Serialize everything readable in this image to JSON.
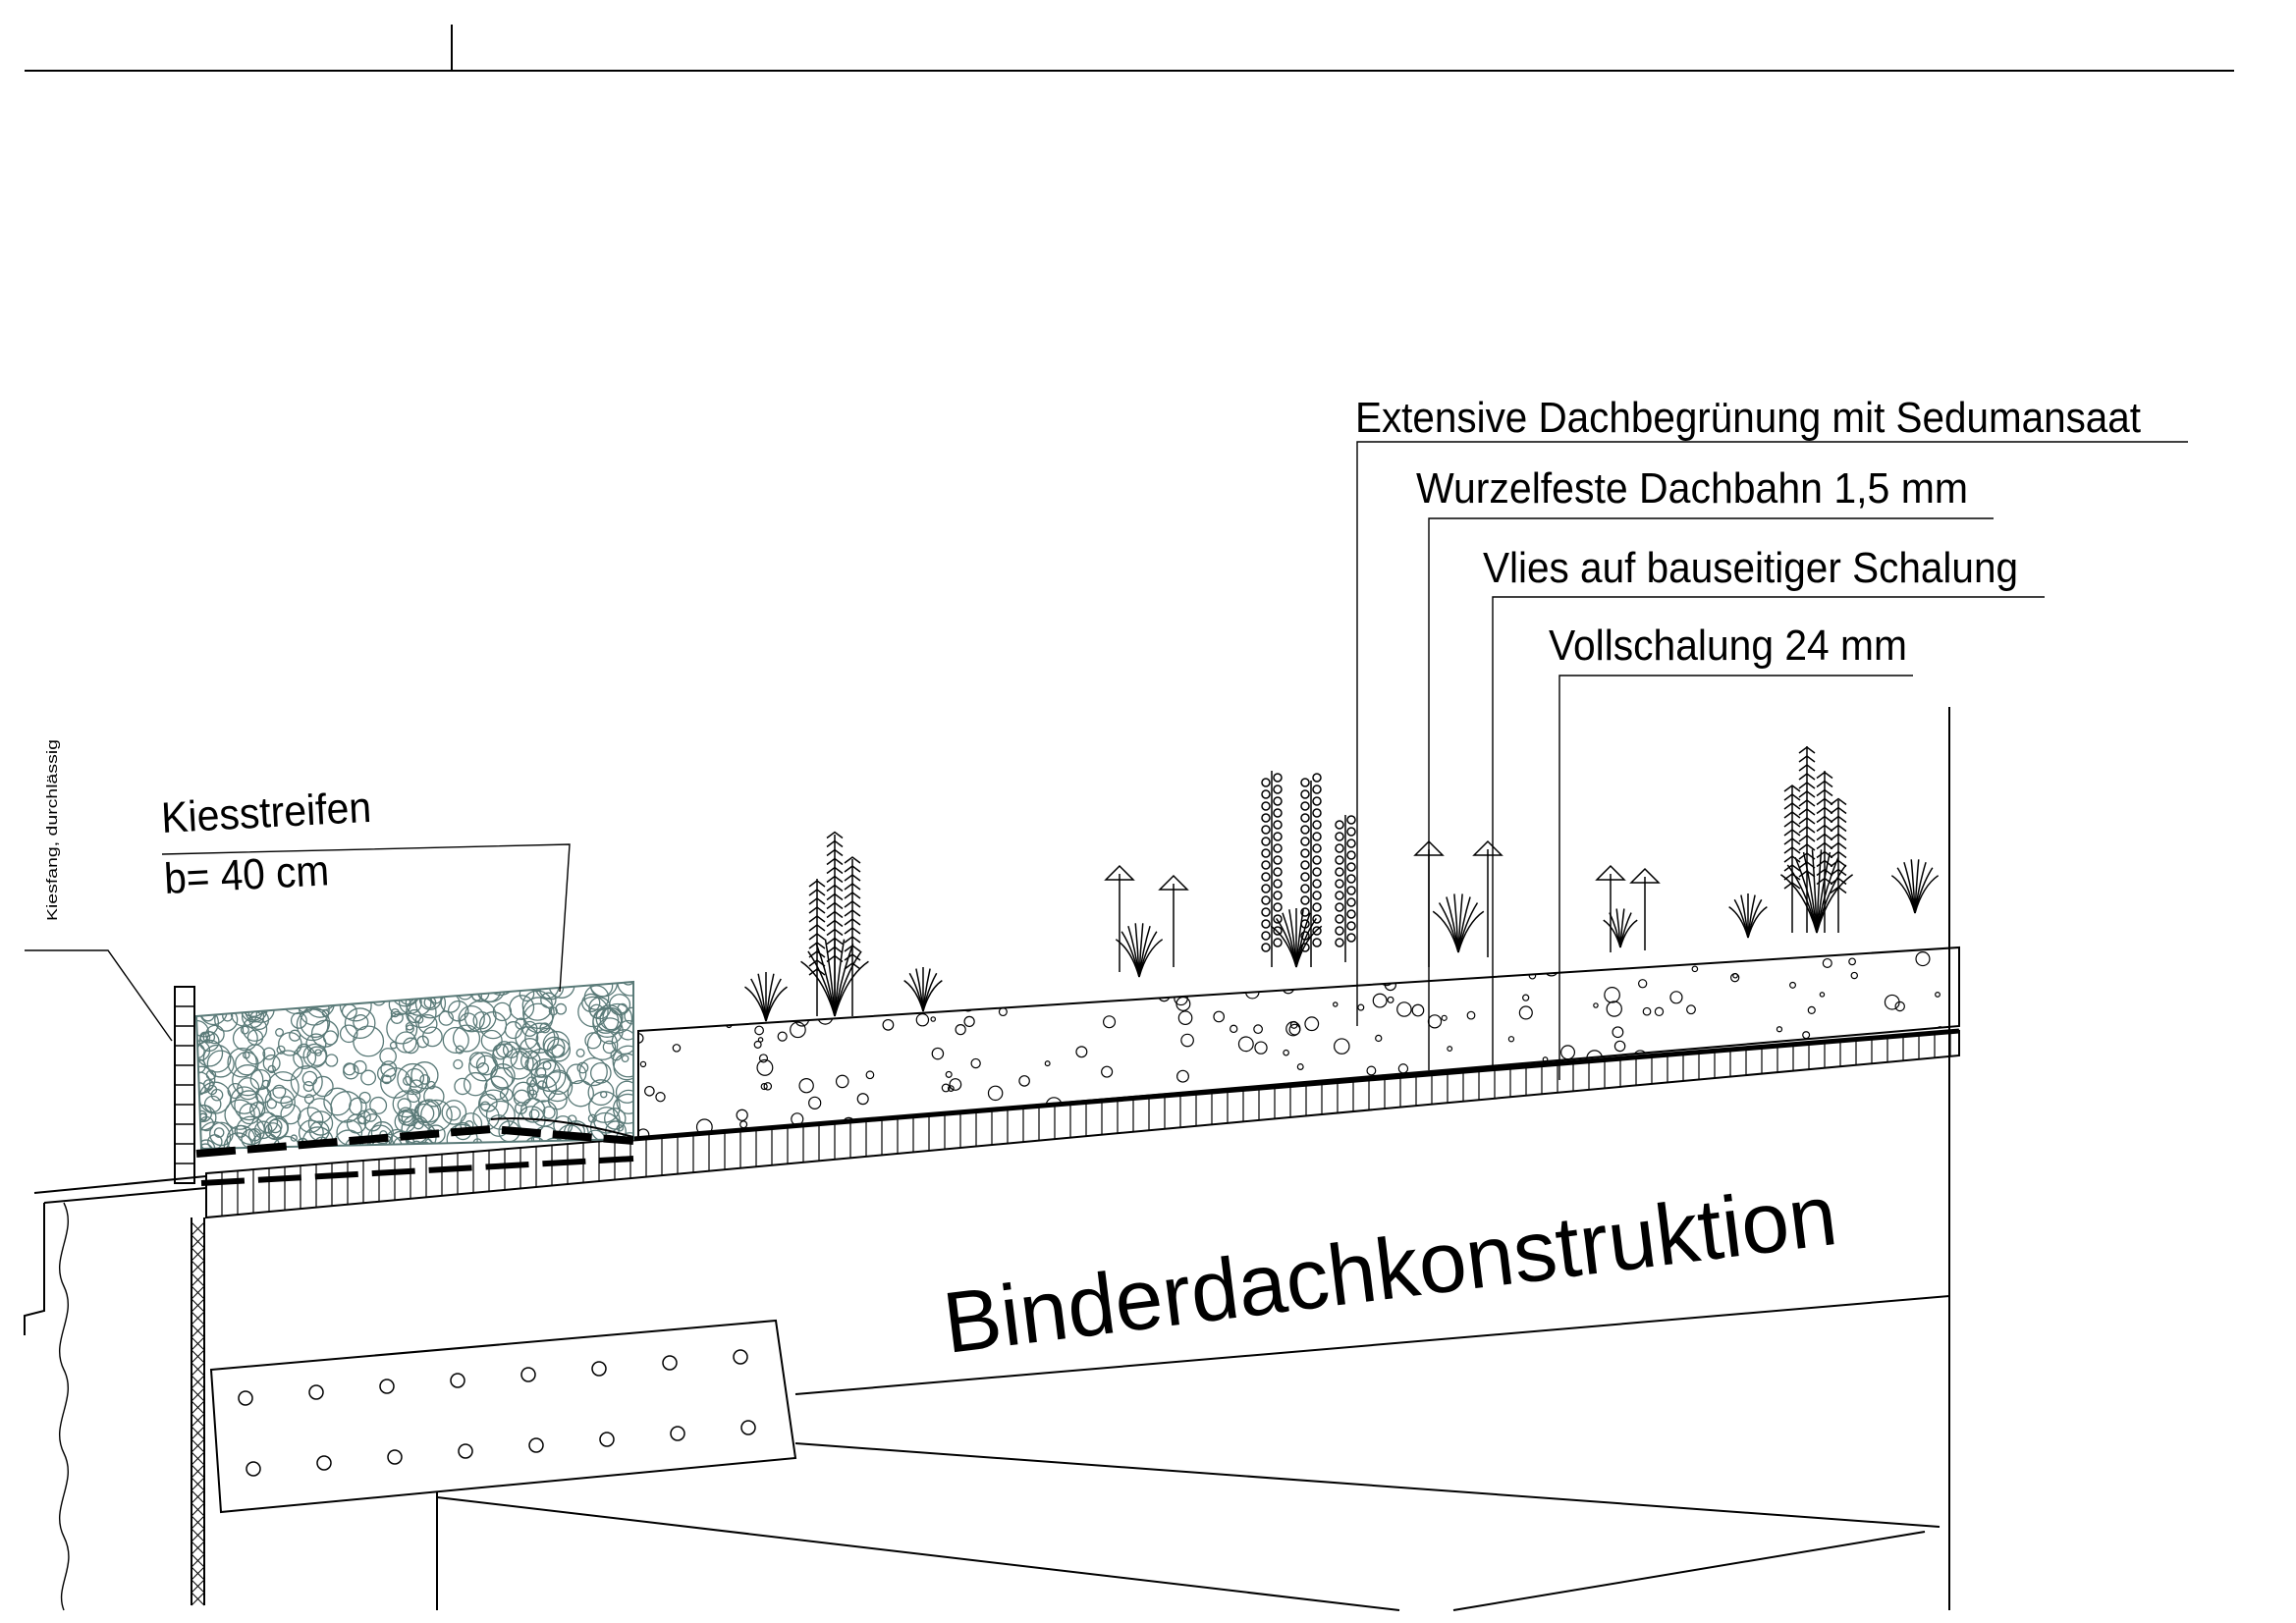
{
  "labels": {
    "extensive": "Extensive Dachbegrünung mit Sedumansaat",
    "wurzelfeste": "Wurzelfeste Dachbahn 1,5 mm",
    "vlies": "Vlies auf bauseitiger Schalung",
    "vollschalung": "Vollschalung 24 mm",
    "kiesstreifen_line1": "Kiesstreifen",
    "kiesstreifen_line2": "b= 40 cm",
    "kiesfang": "Kiesfang, durchlässig",
    "binder": "Binderdachkonstruktion"
  },
  "colors": {
    "ink": "#000000",
    "gravel": "#5a7a78",
    "paper": "#ffffff"
  }
}
